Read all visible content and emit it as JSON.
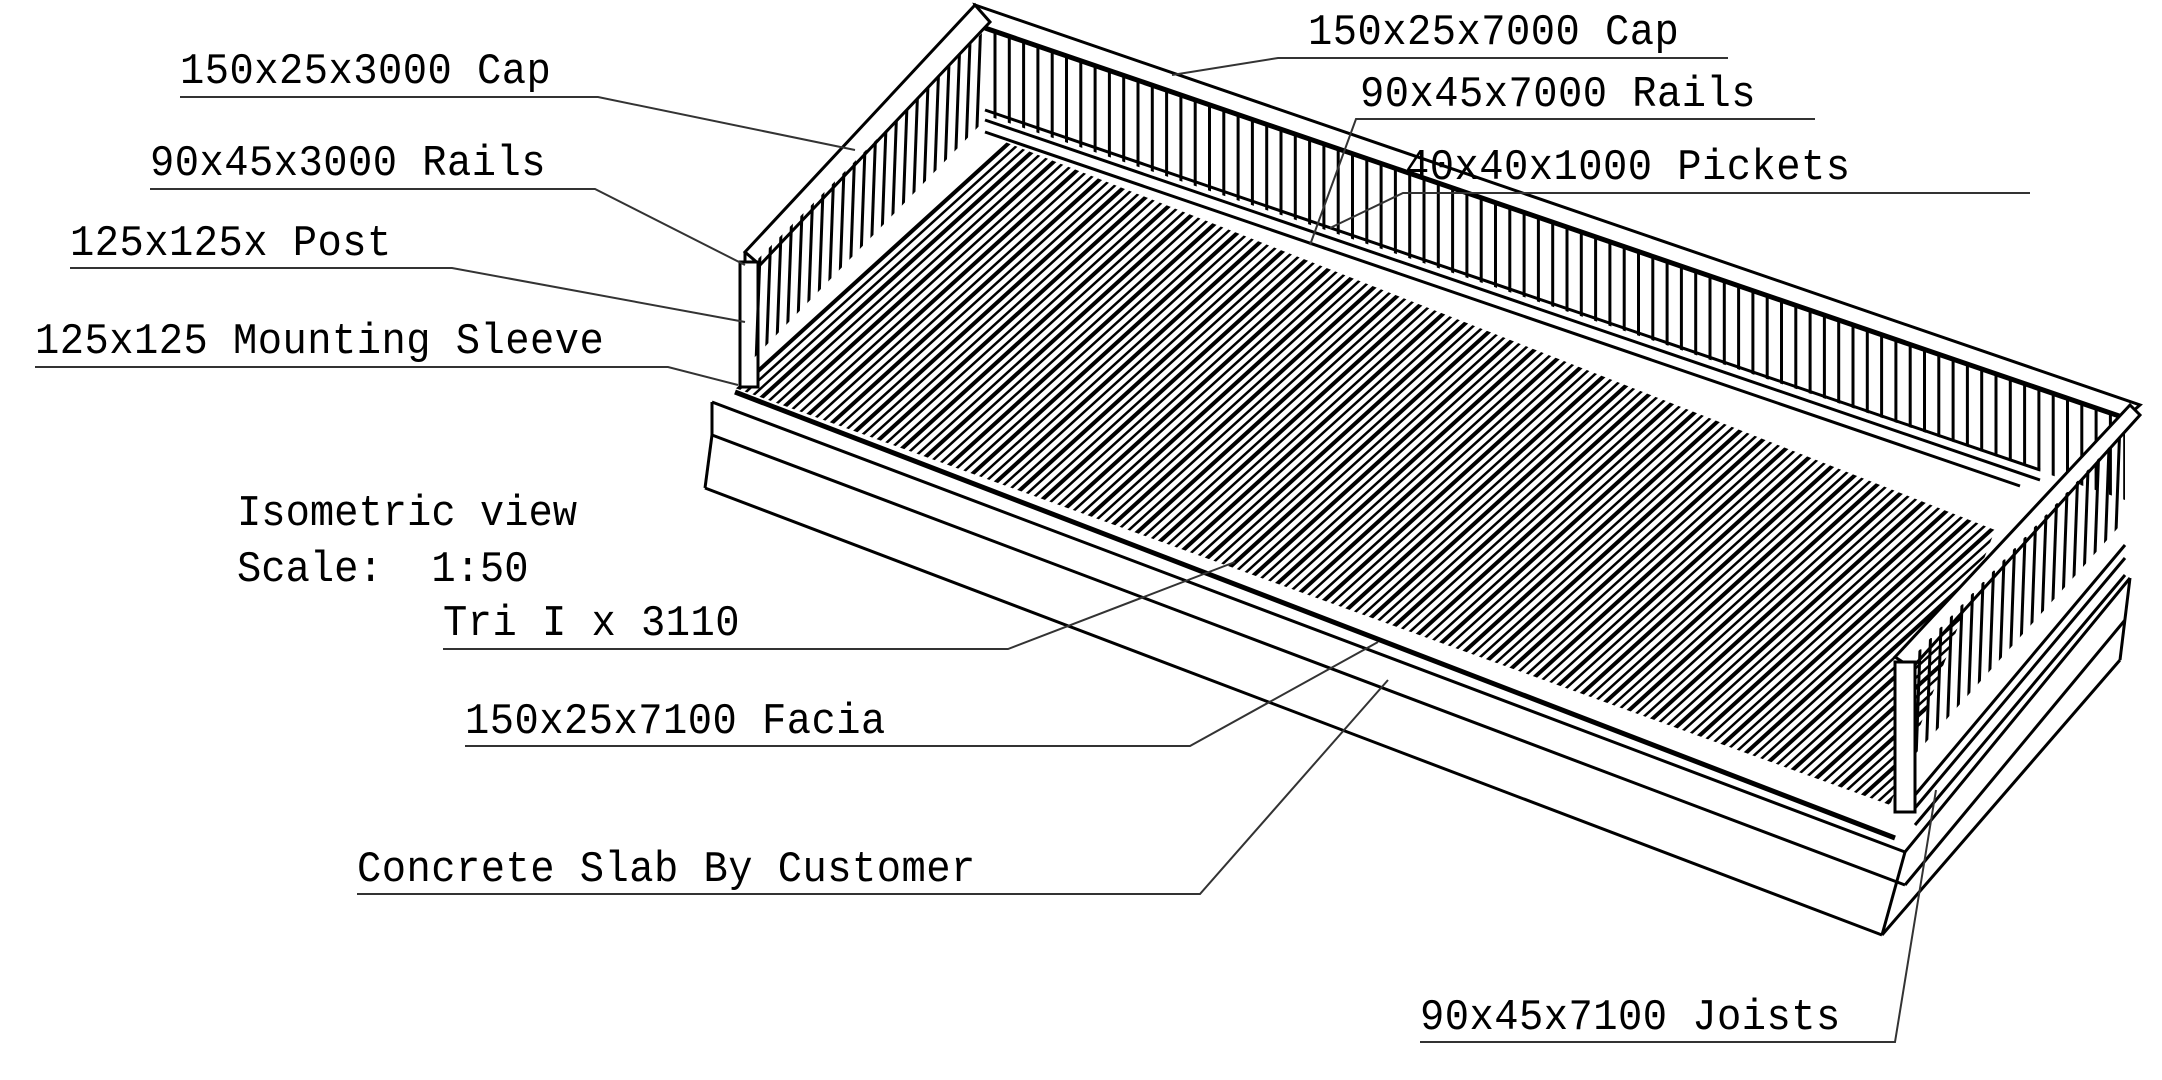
{
  "drawing": {
    "title": "Isometric view",
    "scale_label": "Scale:",
    "scale_value": "1:50",
    "view_note_line1": "Isometric view",
    "view_note_line2": "Scale:  1:50"
  },
  "callouts": [
    {
      "id": "cap-3000",
      "text": "150x25x3000 Cap"
    },
    {
      "id": "rails-3000",
      "text": "90x45x3000 Rails"
    },
    {
      "id": "post",
      "text": "125x125x Post"
    },
    {
      "id": "mounting-sleeve",
      "text": "125x125 Mounting Sleeve"
    },
    {
      "id": "cap-7000",
      "text": "150x25x7000 Cap"
    },
    {
      "id": "rails-7000",
      "text": "90x45x7000 Rails"
    },
    {
      "id": "pickets",
      "text": "40x40x1000 Pickets"
    },
    {
      "id": "tri-i",
      "text": "Tri I x 3110"
    },
    {
      "id": "facia",
      "text": "150x25x7100 Facia"
    },
    {
      "id": "concrete-slab",
      "text": "Concrete Slab By Customer"
    },
    {
      "id": "joists",
      "text": "90x45x7100 Joists"
    }
  ],
  "colors": {
    "line": "#000000",
    "leader": "#333333",
    "background": "#ffffff"
  }
}
